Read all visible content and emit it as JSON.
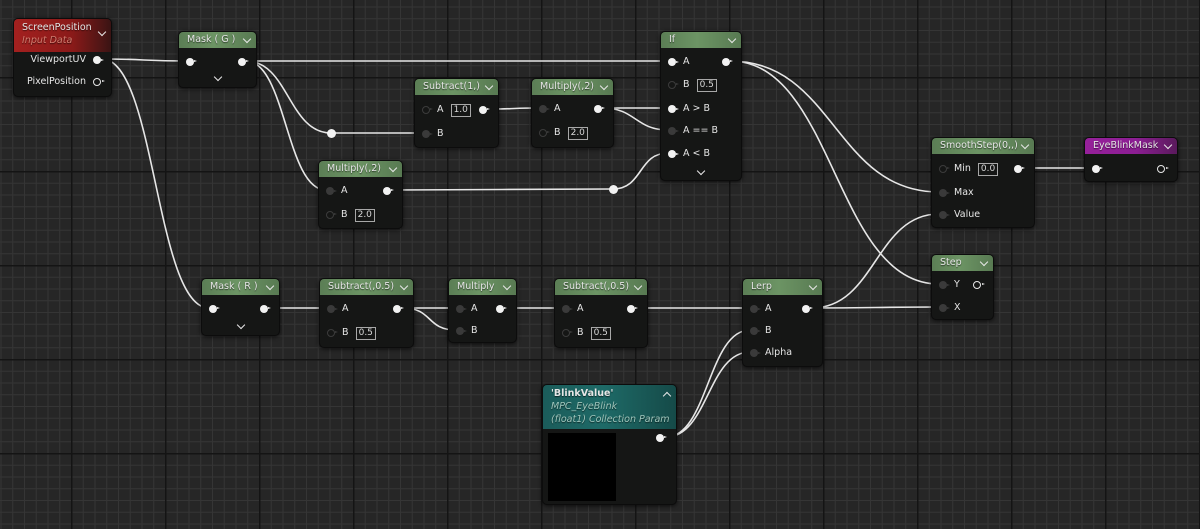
{
  "editor": "Material Graph",
  "colors": {
    "wire": "#e6e6e6",
    "header_green": "#6c9464",
    "header_red": "#a3201f",
    "header_purple": "#96209a",
    "header_teal": "#1e6a67",
    "background": "#262626"
  },
  "nodes": {
    "screen_position": {
      "title": "ScreenPosition",
      "subtitle": "Input Data",
      "outputs": [
        {
          "label": "ViewportUV",
          "connected": true
        },
        {
          "label": "PixelPosition",
          "connected": false
        }
      ]
    },
    "mask_g": {
      "title": "Mask ( G )"
    },
    "subtract_1": {
      "title": "Subtract(1,)",
      "inputs": [
        {
          "label": "A",
          "value": "1.0"
        },
        {
          "label": "B"
        }
      ]
    },
    "multiply_2_top": {
      "title": "Multiply(,2)",
      "inputs": [
        {
          "label": "A"
        },
        {
          "label": "B",
          "value": "2.0"
        }
      ]
    },
    "multiply_2_mid": {
      "title": "Multiply(,2)",
      "inputs": [
        {
          "label": "A"
        },
        {
          "label": "B",
          "value": "2.0"
        }
      ]
    },
    "if": {
      "title": "If",
      "inputs": [
        {
          "label": "A"
        },
        {
          "label": "B",
          "value": "0.5"
        },
        {
          "label": "A > B"
        },
        {
          "label": "A == B"
        },
        {
          "label": "A < B"
        }
      ]
    },
    "smoothstep": {
      "title": "SmoothStep(0,,)",
      "inputs": [
        {
          "label": "Min",
          "value": "0.0"
        },
        {
          "label": "Max"
        },
        {
          "label": "Value"
        }
      ]
    },
    "eye_blink_mask": {
      "title": "EyeBlinkMask"
    },
    "step": {
      "title": "Step",
      "inputs": [
        {
          "label": "Y"
        },
        {
          "label": "X"
        }
      ]
    },
    "mask_r": {
      "title": "Mask ( R )"
    },
    "subtract_05_a": {
      "title": "Subtract(,0.5)",
      "inputs": [
        {
          "label": "A"
        },
        {
          "label": "B",
          "value": "0.5"
        }
      ]
    },
    "multiply": {
      "title": "Multiply",
      "inputs": [
        {
          "label": "A"
        },
        {
          "label": "B"
        }
      ]
    },
    "subtract_05_b": {
      "title": "Subtract(,0.5)",
      "inputs": [
        {
          "label": "A"
        },
        {
          "label": "B",
          "value": "0.5"
        }
      ]
    },
    "lerp": {
      "title": "Lerp",
      "inputs": [
        {
          "label": "A"
        },
        {
          "label": "B"
        },
        {
          "label": "Alpha"
        }
      ]
    },
    "blink_value": {
      "title": "'BlinkValue'",
      "subtitle_line1": "MPC_EyeBlink",
      "subtitle_line2": "(float1) Collection Param"
    }
  },
  "connections": [
    {
      "from": "screen_position.ViewportUV",
      "to": "mask_g.input"
    },
    {
      "from": "screen_position.ViewportUV",
      "to": "mask_r.input"
    },
    {
      "from": "mask_g.output",
      "to": "if.A"
    },
    {
      "from": "mask_g.output",
      "to": "subtract_1.B"
    },
    {
      "from": "mask_g.output",
      "to": "multiply_2_mid.A"
    },
    {
      "from": "subtract_1.output",
      "to": "multiply_2_top.A"
    },
    {
      "from": "multiply_2_top.output",
      "to": "if.A > B"
    },
    {
      "from": "multiply_2_top.output",
      "to": "if.A == B"
    },
    {
      "from": "multiply_2_mid.output",
      "to": "if.A < B"
    },
    {
      "from": "if.output",
      "to": "smoothstep.Max"
    },
    {
      "from": "if.output",
      "to": "step.Y"
    },
    {
      "from": "smoothstep.output",
      "to": "eye_blink_mask.input"
    },
    {
      "from": "mask_r.output",
      "to": "subtract_05_a.A"
    },
    {
      "from": "subtract_05_a.output",
      "to": "multiply.A"
    },
    {
      "from": "subtract_05_a.output",
      "to": "multiply.B"
    },
    {
      "from": "multiply.output",
      "to": "subtract_05_b.A"
    },
    {
      "from": "subtract_05_b.output",
      "to": "lerp.A"
    },
    {
      "from": "lerp.output",
      "to": "smoothstep.Value"
    },
    {
      "from": "lerp.output",
      "to": "step.X"
    },
    {
      "from": "blink_value.output",
      "to": "lerp.B"
    },
    {
      "from": "blink_value.output",
      "to": "lerp.Alpha"
    }
  ]
}
